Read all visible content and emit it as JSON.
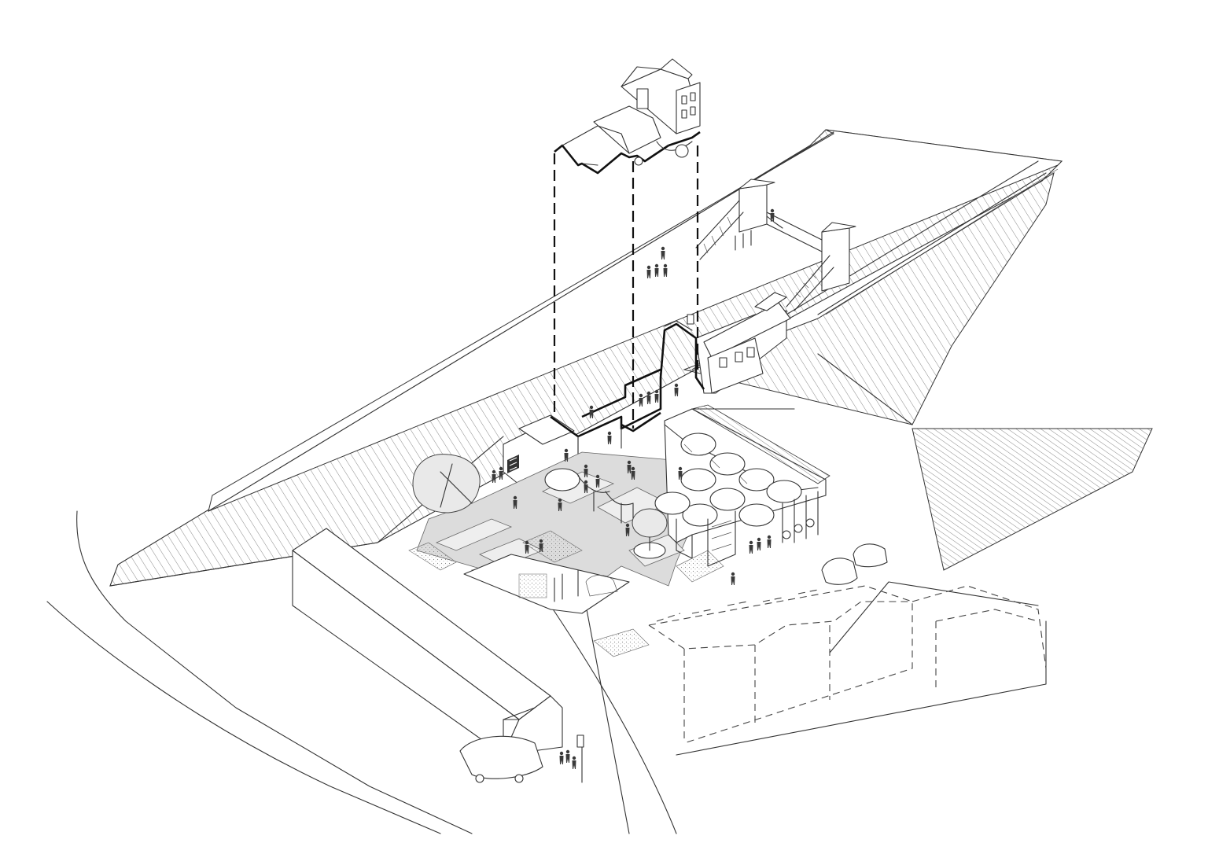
{
  "diagram": {
    "drawing_type": "axonometric line drawing",
    "elements": [
      "historic-station-building-exploded",
      "station-building-section",
      "footbridge",
      "railway-tracks",
      "forecourt-canopy",
      "bicycle-parking",
      "terraced-houses-dashed",
      "adjacent-warehouse",
      "parked-cars",
      "trees",
      "people"
    ],
    "colors": {
      "line": "#333333",
      "section_cut": "#111111",
      "hatch": "#555555",
      "paving": "#dcdcdc",
      "background": "#ffffff"
    }
  }
}
